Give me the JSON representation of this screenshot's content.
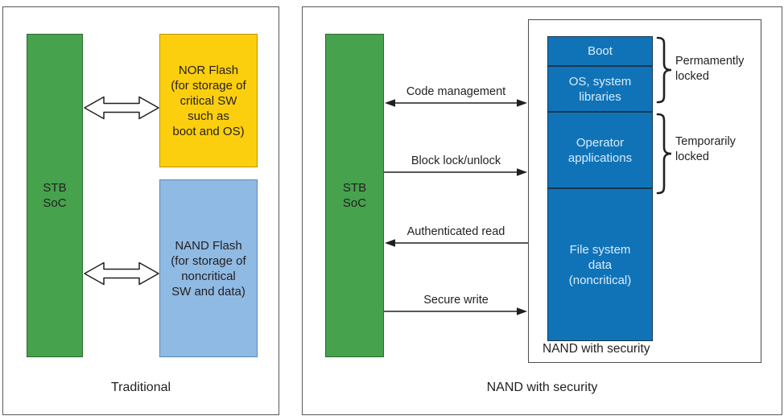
{
  "colors": {
    "green": "#46a24c",
    "yellow": "#fccf0e",
    "light_blue": "#8fbae3",
    "dark_blue": "#1173b7",
    "divider_dark": "#17364f",
    "text_dark": "#231f20",
    "blue_section_text": "#d8edfb",
    "panel_border": "#58595b"
  },
  "left_panel": {
    "caption": "Traditional",
    "soc_box": {
      "label": "STB\nSoC"
    },
    "nor_box": {
      "label": "NOR Flash\n(for storage of\ncritical SW\nsuch as\nboot and OS)"
    },
    "nand_box": {
      "label": "NAND Flash\n(for storage of\nnoncritical\nSW and data)"
    }
  },
  "right_panel": {
    "caption": "NAND with security",
    "soc_box": {
      "label": "STB\nSoC"
    },
    "arrows": [
      {
        "label": "Code management",
        "direction": "both"
      },
      {
        "label": "Block lock/unlock",
        "direction": "right"
      },
      {
        "label": "Authenticated read",
        "direction": "left"
      },
      {
        "label": "Secure write",
        "direction": "right"
      }
    ],
    "nand_security_box": {
      "label": "NAND with security",
      "sections": [
        {
          "label": "Boot"
        },
        {
          "label": "OS, system\nlibraries"
        },
        {
          "label": "Operator\napplications"
        },
        {
          "label": "File system\ndata\n(noncritical)"
        }
      ]
    },
    "braces": [
      {
        "label": "Permamently\nlocked"
      },
      {
        "label": "Temporarily\nlocked"
      }
    ]
  }
}
